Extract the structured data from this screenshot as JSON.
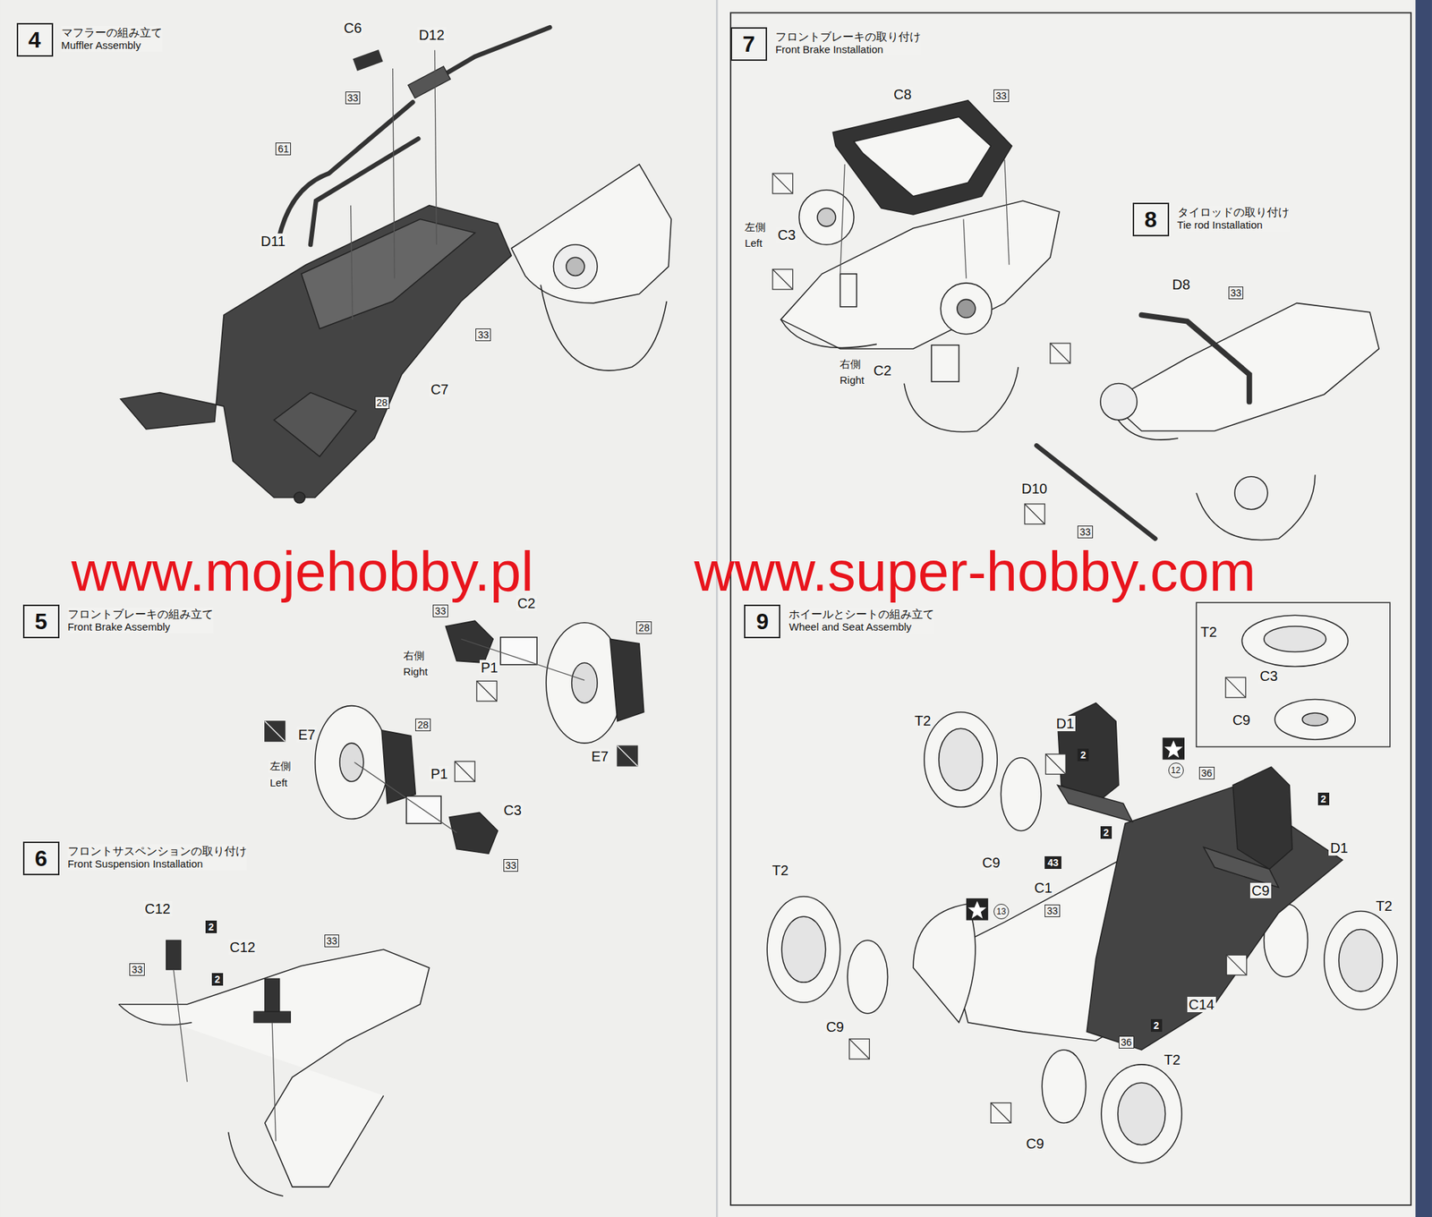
{
  "diagram": {
    "nodes": [
      {
        "text": [
          "4",
          "マフラーの組み立て",
          "Muffler Assembly"
        ]
      },
      {
        "text": [
          "5",
          "フロントブレーキの組み立て",
          "Front Brake Assembly"
        ]
      },
      {
        "text": [
          "6",
          "フロントサスペンションの取り付け",
          "Front Suspension Installation"
        ]
      },
      {
        "text": [
          "7",
          "フロントブレーキの取り付け",
          "Front Brake Installation"
        ]
      },
      {
        "text": [
          "8",
          "タイロッドの取り付け",
          "Tie rod Installation"
        ]
      },
      {
        "text": [
          "9",
          "ホイールとシートの組み立て",
          "Wheel and Seat Assembly"
        ]
      }
    ],
    "labels": [
      "C6",
      "33",
      "D12",
      "61",
      "D11",
      "33",
      "C7",
      "28",
      "C2",
      "33",
      "右側",
      "Right",
      "P1",
      "28",
      "E7",
      "E7",
      "左側",
      "Left",
      "28",
      "P1",
      "C3",
      "33",
      "C12",
      "2",
      "33",
      "C12",
      "2",
      "33",
      "C8",
      "33",
      "左側",
      "Left",
      "C3",
      "右側",
      "Right",
      "C2",
      "D8",
      "33",
      "D10",
      "33",
      "www.mojehobby.pl",
      "www.super-hobby.com",
      "T2",
      "C3",
      "C9",
      "T2",
      "D1",
      "2",
      "12",
      "36",
      "2",
      "2",
      "D1",
      "C9",
      "43",
      "C1",
      "13",
      "33",
      "C9",
      "T2",
      "T2",
      "C14",
      "2",
      "36",
      "C9",
      "T2",
      "C9"
    ]
  }
}
